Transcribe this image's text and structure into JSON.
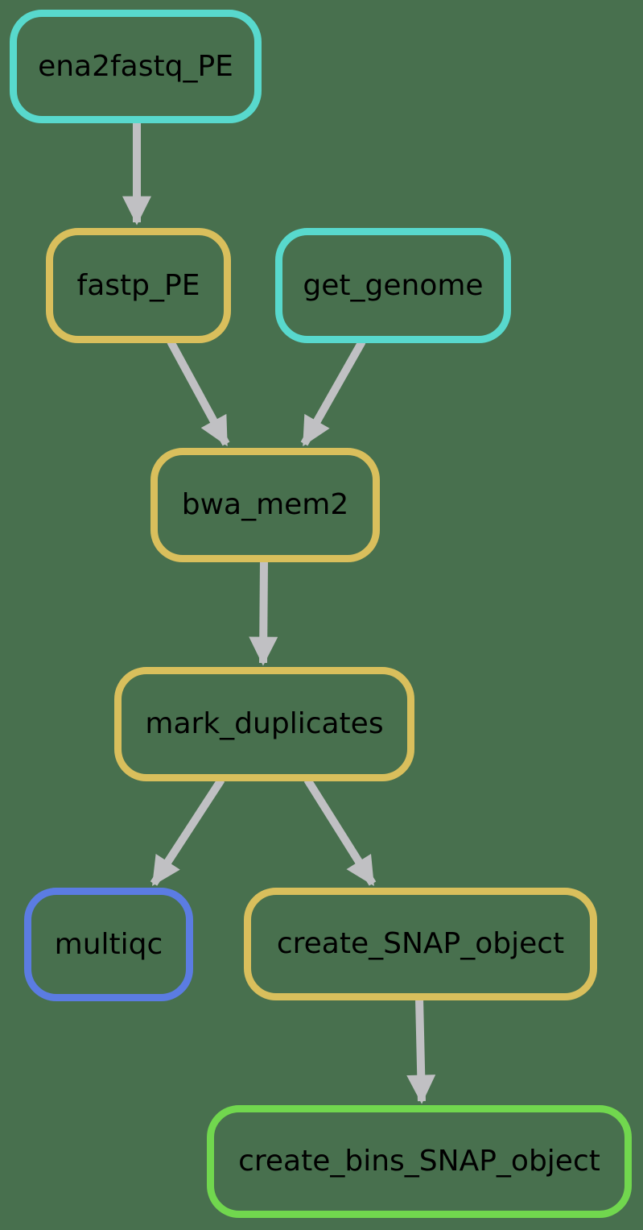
{
  "diagram": {
    "type": "workflow-dag",
    "background_color": "#48704E",
    "edge_color": "#C0C0C3",
    "text_color": "#000000"
  },
  "nodes": [
    {
      "id": "ena2fastq_PE",
      "label": "ena2fastq_PE",
      "border_color": "#58D9CD"
    },
    {
      "id": "fastp_PE",
      "label": "fastp_PE",
      "border_color": "#D9BF5C"
    },
    {
      "id": "get_genome",
      "label": "get_genome",
      "border_color": "#58D9CD"
    },
    {
      "id": "bwa_mem2",
      "label": "bwa_mem2",
      "border_color": "#D9BF5C"
    },
    {
      "id": "mark_duplicates",
      "label": "mark_duplicates",
      "border_color": "#D9BF5C"
    },
    {
      "id": "multiqc",
      "label": "multiqc",
      "border_color": "#5B7CE2"
    },
    {
      "id": "create_SNAP_object",
      "label": "create_SNAP_object",
      "border_color": "#D9BF5C"
    },
    {
      "id": "create_bins_SNAP_object",
      "label": "create_bins_SNAP_object",
      "border_color": "#71D74E"
    }
  ],
  "edges": [
    {
      "from": "ena2fastq_PE",
      "to": "fastp_PE"
    },
    {
      "from": "fastp_PE",
      "to": "bwa_mem2"
    },
    {
      "from": "get_genome",
      "to": "bwa_mem2"
    },
    {
      "from": "bwa_mem2",
      "to": "mark_duplicates"
    },
    {
      "from": "mark_duplicates",
      "to": "multiqc"
    },
    {
      "from": "mark_duplicates",
      "to": "create_SNAP_object"
    },
    {
      "from": "create_SNAP_object",
      "to": "create_bins_SNAP_object"
    }
  ]
}
